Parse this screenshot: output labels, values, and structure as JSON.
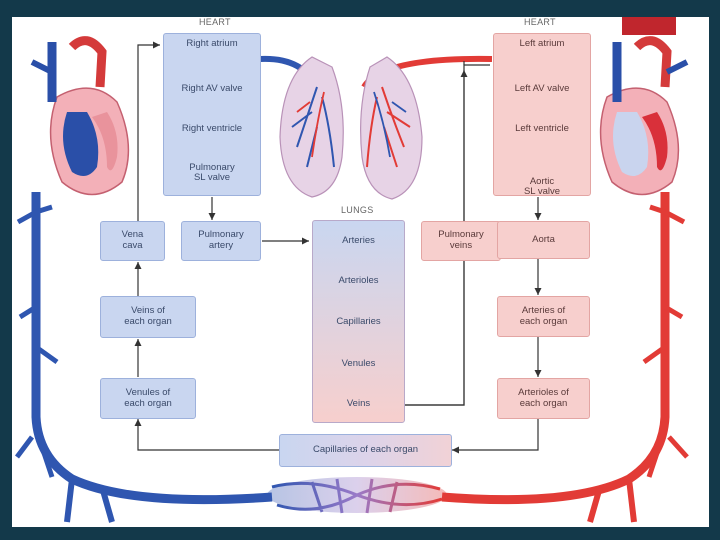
{
  "headings": {
    "heart_left": "HEART",
    "heart_right": "HEART",
    "lungs": "LUNGS"
  },
  "pulmonary_side": {
    "steps": [
      "Right atrium",
      "Right AV valve",
      "Right ventricle",
      "Pulmonary\nSL valve"
    ]
  },
  "systemic_side": {
    "steps": [
      "Left atrium",
      "Left AV valve",
      "Left ventricle",
      "Aortic\nSL valve"
    ]
  },
  "lungs_column": {
    "steps": [
      "Arteries",
      "Arterioles",
      "Capillaries",
      "Venules",
      "Veins"
    ]
  },
  "boxes": {
    "vena_cava": "Vena\ncava",
    "pulmonary_artery": "Pulmonary\nartery",
    "pulmonary_veins": "Pulmonary\nveins",
    "aorta": "Aorta",
    "veins_of_each_organ": "Veins of\neach organ",
    "arteries_of_each_organ": "Arteries of\neach organ",
    "venules_of_each_organ": "Venules of\neach organ",
    "arterioles_of_each_organ": "Arterioles of\neach organ",
    "capillaries_of_each_organ": "Capillaries of each organ"
  },
  "colors": {
    "deoxygenated": "#2f56b0",
    "oxygenated": "#e23b36",
    "blue_box": "#c9d6f0",
    "pink_box": "#f7cfcd",
    "slide_frame": "#13394a",
    "corner_tab": "#c0262d"
  }
}
